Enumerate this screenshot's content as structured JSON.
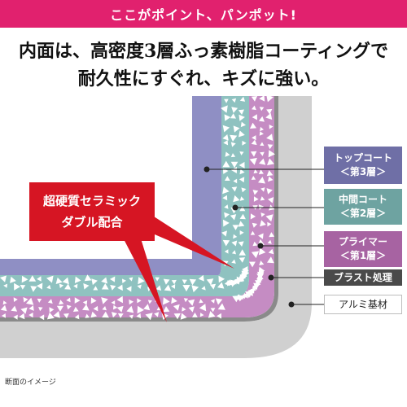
{
  "banner": {
    "text": "ここがポイント、パンポット!"
  },
  "headline": {
    "line1": "内面は、高密度3層ふっ素樹脂コーティングで",
    "line2": "耐久性にすぐれ、キズに強い。"
  },
  "callout": {
    "line1": "超硬質セラミック",
    "line2": "ダブル配合"
  },
  "layers": [
    {
      "line1": "トップコート",
      "line2": "＜第3層＞",
      "color": "#6f6fa6"
    },
    {
      "line1": "中間コート",
      "line2": "＜第2層＞",
      "color": "#6ea3a1"
    },
    {
      "line1": "プライマー",
      "line2": "＜第1層＞",
      "color": "#a763a2"
    },
    {
      "line1": "ブラスト処理",
      "color": "#4a4a4a"
    },
    {
      "line1": "アルミ基材",
      "color": "#ffffff"
    }
  ],
  "caption": "断面のイメージ",
  "colors": {
    "banner": "#e1216e",
    "callout": "#d61523",
    "top_coat": "#8f8fc4",
    "middle_coat": "#8fc2c0",
    "primer": "#c58cc3",
    "blast": "#8a8a8a",
    "aluminum": "#d2d2d2"
  }
}
